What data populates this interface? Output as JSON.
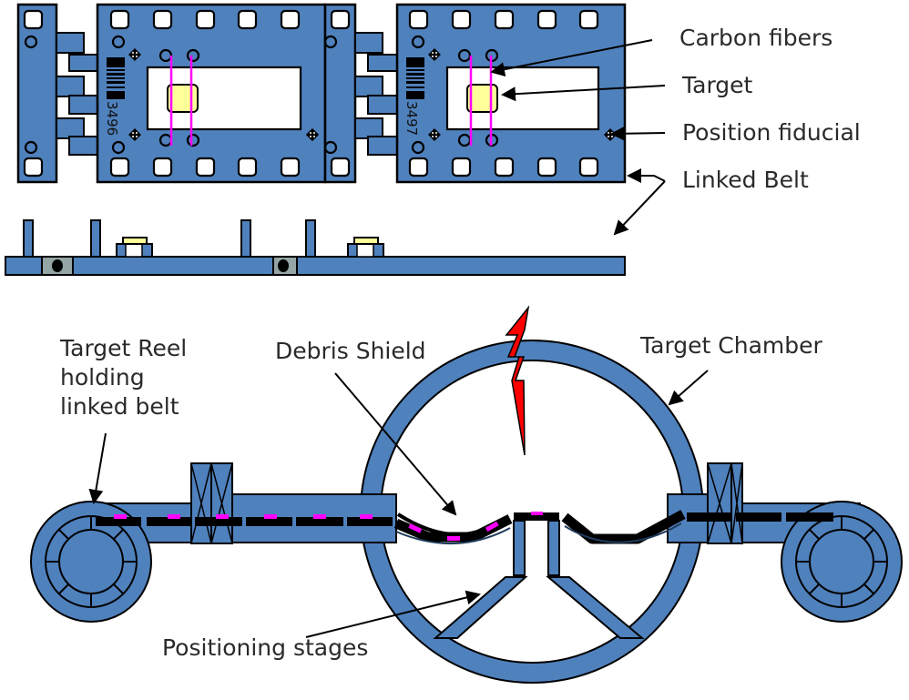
{
  "figure": {
    "title": "Target delivery system: linked belt, target reel and target chamber",
    "colors": {
      "structure": "#4f81bd",
      "fiber": "#ff00ff",
      "target": "#ffff99",
      "laser": "#ff0000",
      "link_pin": "#95a5a6",
      "outline": "#000000"
    }
  },
  "top_view": {
    "frames": [
      {
        "serial": "3496"
      },
      {
        "serial": "3497"
      }
    ]
  },
  "labels": {
    "carbon_fibers": "Carbon fibers",
    "target": "Target",
    "position_fiducial": "Position fiducial",
    "linked_belt": "Linked Belt",
    "target_reel_line1": "Target Reel",
    "target_reel_line2": "holding",
    "target_reel_line3": "linked belt",
    "debris_shield": "Debris Shield",
    "target_chamber": "Target Chamber",
    "positioning_stages": "Positioning stages"
  }
}
